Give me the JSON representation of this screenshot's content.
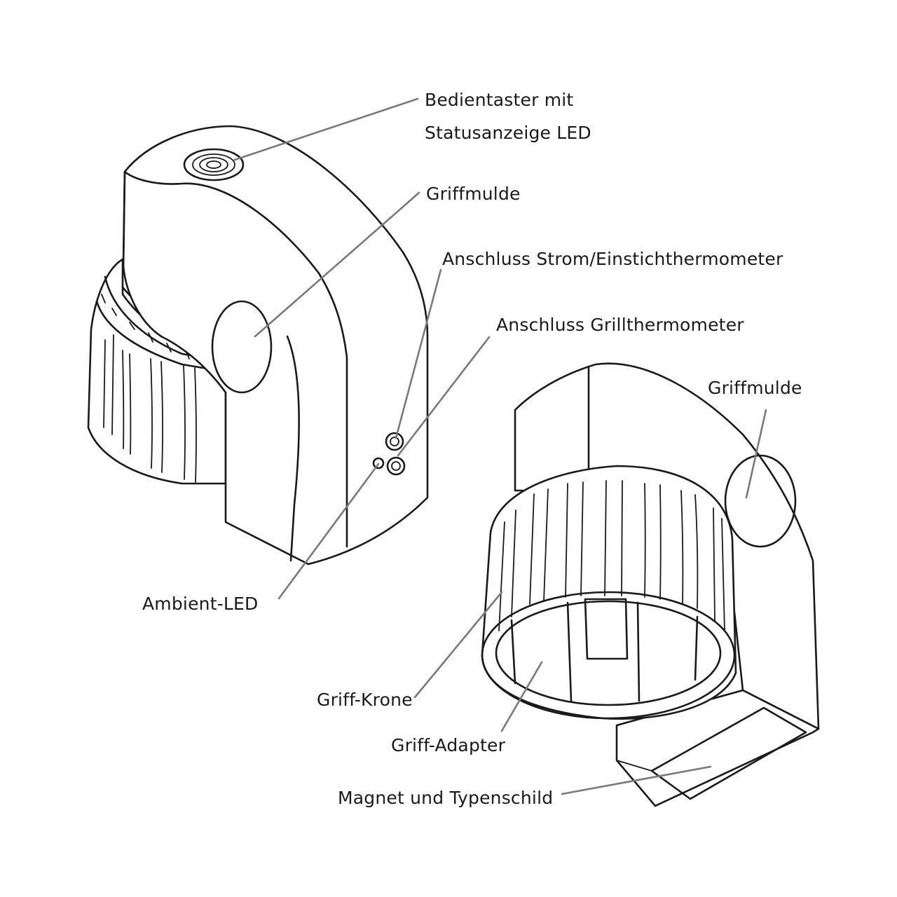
{
  "labels": {
    "bedientaster_line1": "Bedientaster mit",
    "bedientaster_line2": "Statusanzeige LED",
    "griffmulde_left": "Griffmulde",
    "anschluss_strom": "Anschluss Strom/Einstichthermometer",
    "anschluss_grill": "Anschluss Grillthermometer",
    "griffmulde_right": "Griffmulde",
    "ambient_led": "Ambient-LED",
    "griff_krone": "Griff-Krone",
    "griff_adapter": "Griff-Adapter",
    "magnet_typenschild": "Magnet und Typenschild"
  },
  "colors": {
    "outline": "#1a1a1a",
    "leader": "#7a7a7a",
    "background": "#ffffff"
  }
}
